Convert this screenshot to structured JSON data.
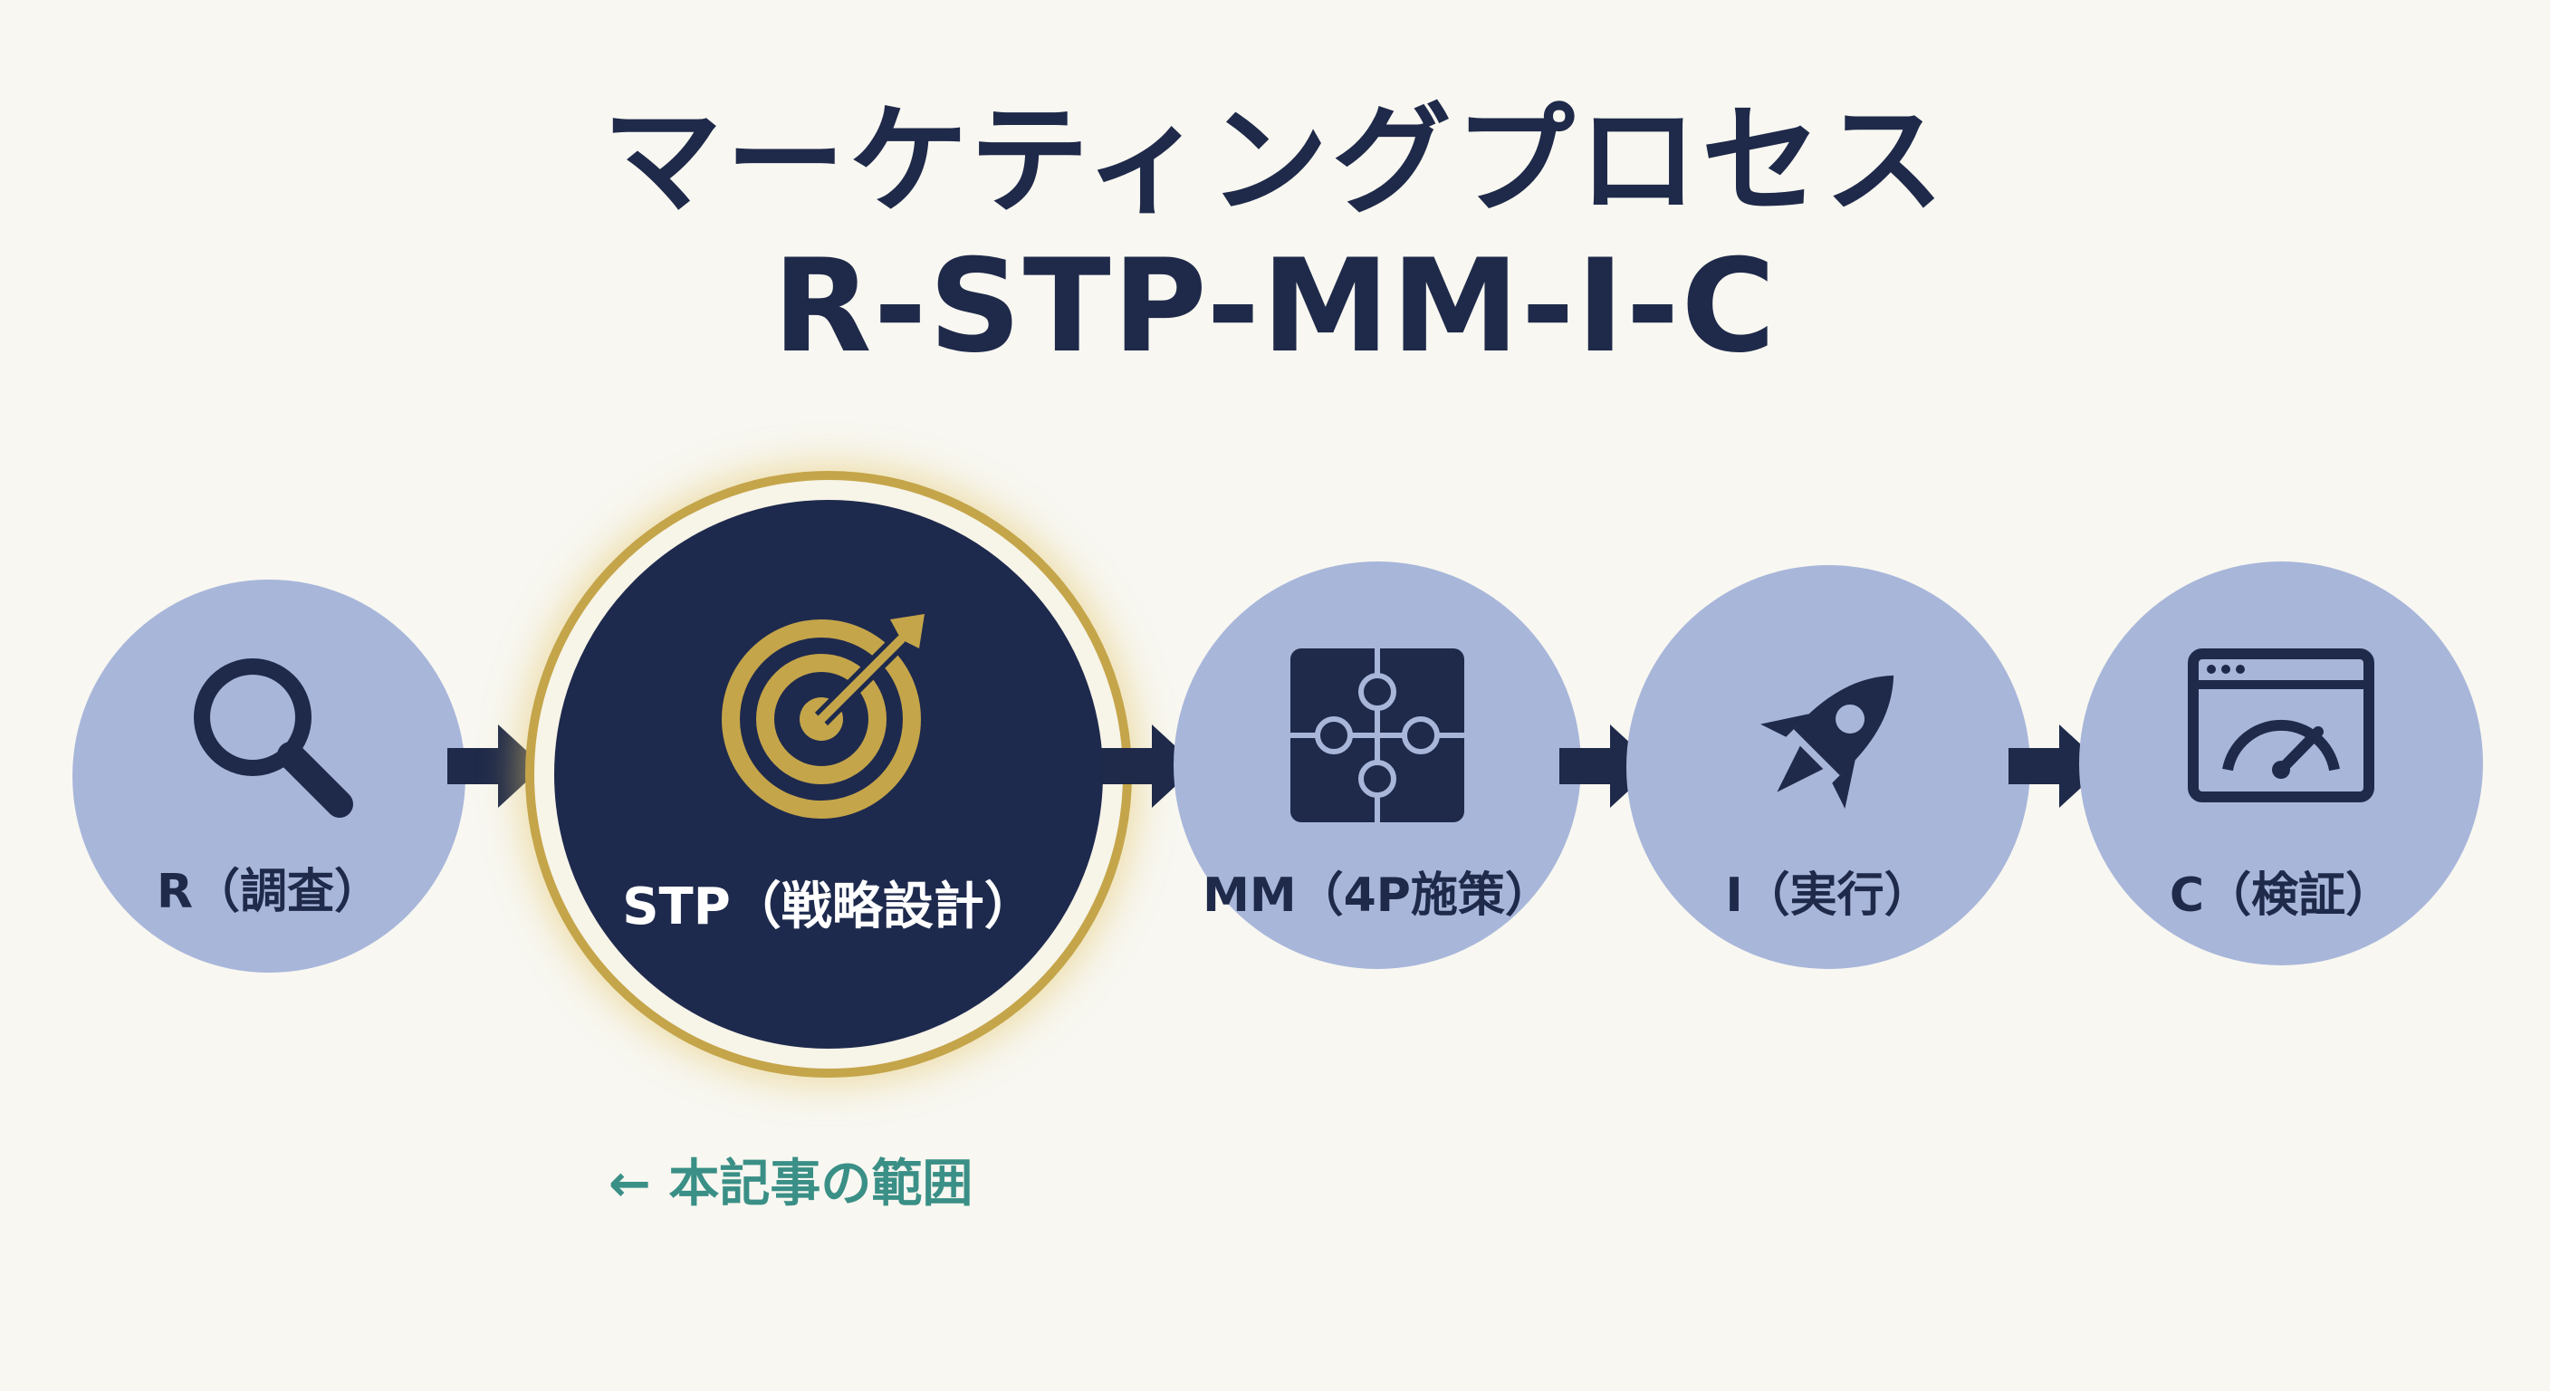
{
  "title": {
    "line1": "マーケティングプロセス",
    "line2": "R-STP-MM-I-C"
  },
  "steps": [
    {
      "label": "R（調査）",
      "icon": "magnifier-icon",
      "active": false
    },
    {
      "label": "STP（戦略設計）",
      "icon": "target-icon",
      "active": true
    },
    {
      "label": "MM（4P施策）",
      "icon": "puzzle-icon",
      "active": false
    },
    {
      "label": "I（実行）",
      "icon": "rocket-icon",
      "active": false
    },
    {
      "label": "C（検証）",
      "icon": "dashboard-icon",
      "active": false
    }
  ],
  "scope_note": "← 本記事の範囲",
  "colors": {
    "background": "#f8f7f1",
    "navy": "#1f2a4a",
    "step_fill": "#a8b6da",
    "active_fill": "#1e2a4d",
    "gold": "#c5a54a",
    "teal": "#3a8f86"
  }
}
